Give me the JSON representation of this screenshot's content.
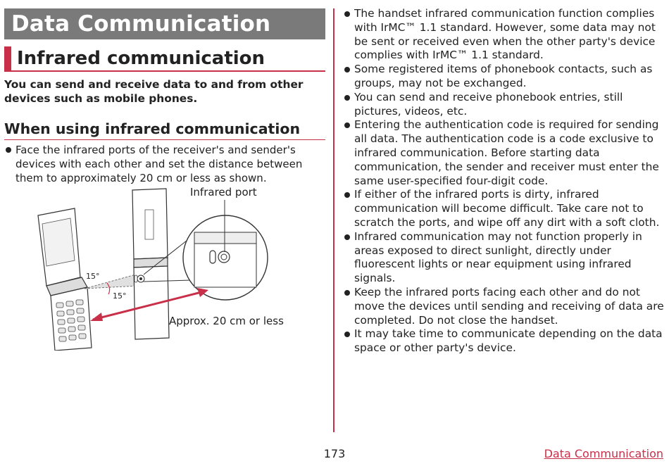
{
  "chapter": {
    "title": "Data Communication"
  },
  "section": {
    "title": "Infrared communication"
  },
  "intro": "You can send and receive data to and from other devices such as mobile phones.",
  "subsection": {
    "title": "When using infrared communication"
  },
  "left_bullets": [
    "Face the infrared ports of the receiver's and sender's devices with each other and set the distance between them to approximately 20 cm or less as shown."
  ],
  "figure": {
    "label_port": "Infrared port",
    "label_angle1": "15°",
    "label_angle2": "15°",
    "label_distance": "Approx. 20 cm or less"
  },
  "right_bullets": [
    "The handset infrared communication function complies with IrMC™ 1.1 standard. However, some data may not be sent or received even when the other party's device complies with IrMC™ 1.1 standard.",
    "Some registered items of phonebook contacts, such as groups, may not be exchanged.",
    "You can send and receive phonebook entries, still pictures, videos, etc.",
    "Entering the authentication code is required for sending all data. The authentication code is a code exclusive to infrared communication. Before starting data communication, the sender and receiver must enter the same user-specified four-digit code.",
    "If either of the infrared ports is dirty, infrared communication will become difficult. Take care not to scratch the ports, and wipe off any dirt with a soft cloth.",
    "Infrared communication may not function properly in areas exposed to direct sunlight, directly under fluorescent lights or near equipment using infrared signals.",
    "Keep the infrared ports facing each other and do not move the devices until sending and receiving of data are completed. Do not close the handset.",
    "It may take time to communicate depending on the data space or other party's device."
  ],
  "footer": {
    "page_number": "173",
    "link": "Data Communication"
  },
  "colors": {
    "accent": "#c8304a",
    "chapter_bg": "#7a7a7a"
  }
}
